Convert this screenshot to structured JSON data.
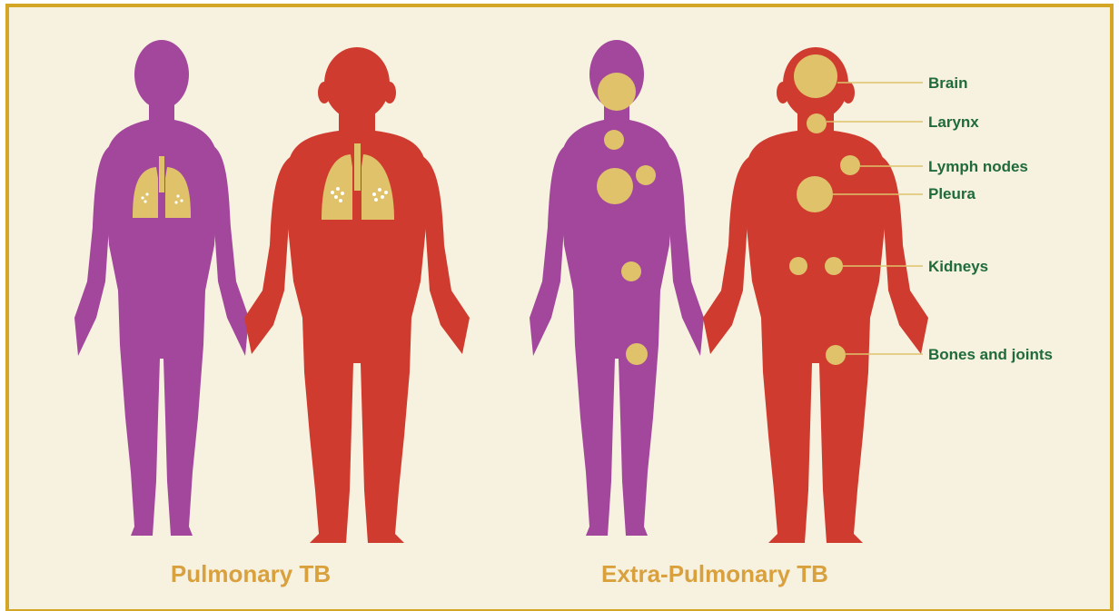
{
  "captions": {
    "pulmonary": "Pulmonary TB",
    "extra_pulmonary": "Extra-Pulmonary TB"
  },
  "organ_labels": {
    "brain": "Brain",
    "larynx": "Larynx",
    "lymph_nodes": "Lymph nodes",
    "pleura": "Pleura",
    "kidneys": "Kidneys",
    "bones_joints": "Bones and joints"
  },
  "colors": {
    "background": "#f7f1e0",
    "border": "#d4a625",
    "female_body": "#a3479c",
    "male_body": "#cf3b2f",
    "lesion": "#dfc26a",
    "label_text": "#1f6b3a",
    "caption_text": "#d9a13d"
  }
}
